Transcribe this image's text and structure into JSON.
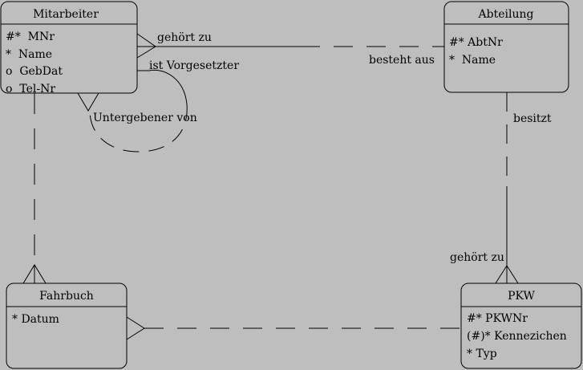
{
  "entities": {
    "mitarbeiter": {
      "title": "Mitarbeiter",
      "attributes": [
        "#*  MNr",
        "*  Name",
        "o  GebDat",
        "o  Tel-Nr"
      ]
    },
    "abteilung": {
      "title": "Abteilung",
      "attributes": [
        "#* AbtNr",
        "*  Name"
      ]
    },
    "fahrbuch": {
      "title": "Fahrbuch",
      "attributes": [
        "* Datum"
      ]
    },
    "pkw": {
      "title": "PKW",
      "attributes": [
        "#* PKWNr",
        "(#)* Kennezichen",
        "* Typ"
      ]
    }
  },
  "relationships": {
    "gehoert_zu_abteilung": "gehört zu",
    "besteht_aus": "besteht aus",
    "ist_vorgesetzter": "ist Vorgesetzter",
    "untergebener_von": "Untergebener von",
    "besitzt": "besitzt",
    "gehoert_zu_pkw": "gehört zu"
  }
}
